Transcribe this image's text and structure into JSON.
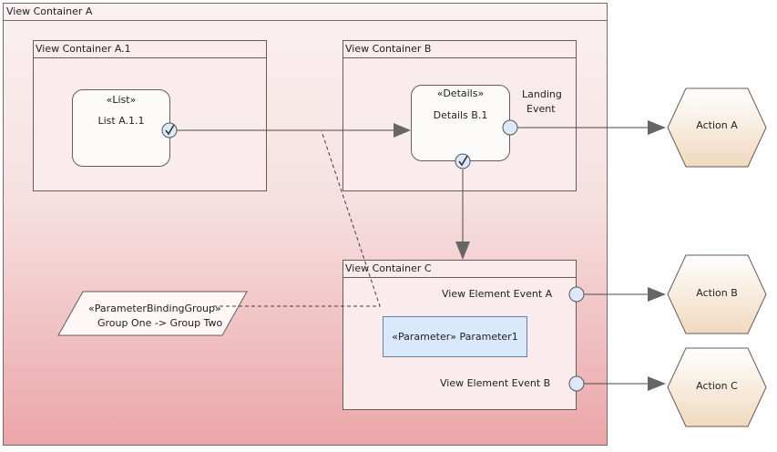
{
  "containers": {
    "a": {
      "title": "View Container A"
    },
    "a1": {
      "title": "View Container A.1"
    },
    "b": {
      "title": "View Container B"
    },
    "c": {
      "title": "View Container C"
    }
  },
  "list_node": {
    "stereotype": "«List»",
    "name": "List A.1.1"
  },
  "details_node": {
    "stereotype": "«Details»",
    "name": "Details B.1"
  },
  "landing_event": {
    "line1": "Landing",
    "line2": "Event"
  },
  "events": {
    "a": "View Element Event A",
    "b": "View Element Event B"
  },
  "parameter": {
    "label": "«Parameter» Parameter1"
  },
  "binding_group": {
    "stereotype": "«ParameterBindingGroup»",
    "name": "Group One -> Group Two"
  },
  "actions": {
    "a": "Action A",
    "b": "Action B",
    "c": "Action C"
  },
  "colors": {
    "container_gradient_top": "#fbf1f1",
    "container_gradient_bottom": "#eba6a9",
    "action_gradient_top": "#ffffff",
    "action_gradient_bottom": "#f0d9be",
    "parameter_fill": "#d9e8fb",
    "port_fill": "#dce9f8"
  }
}
